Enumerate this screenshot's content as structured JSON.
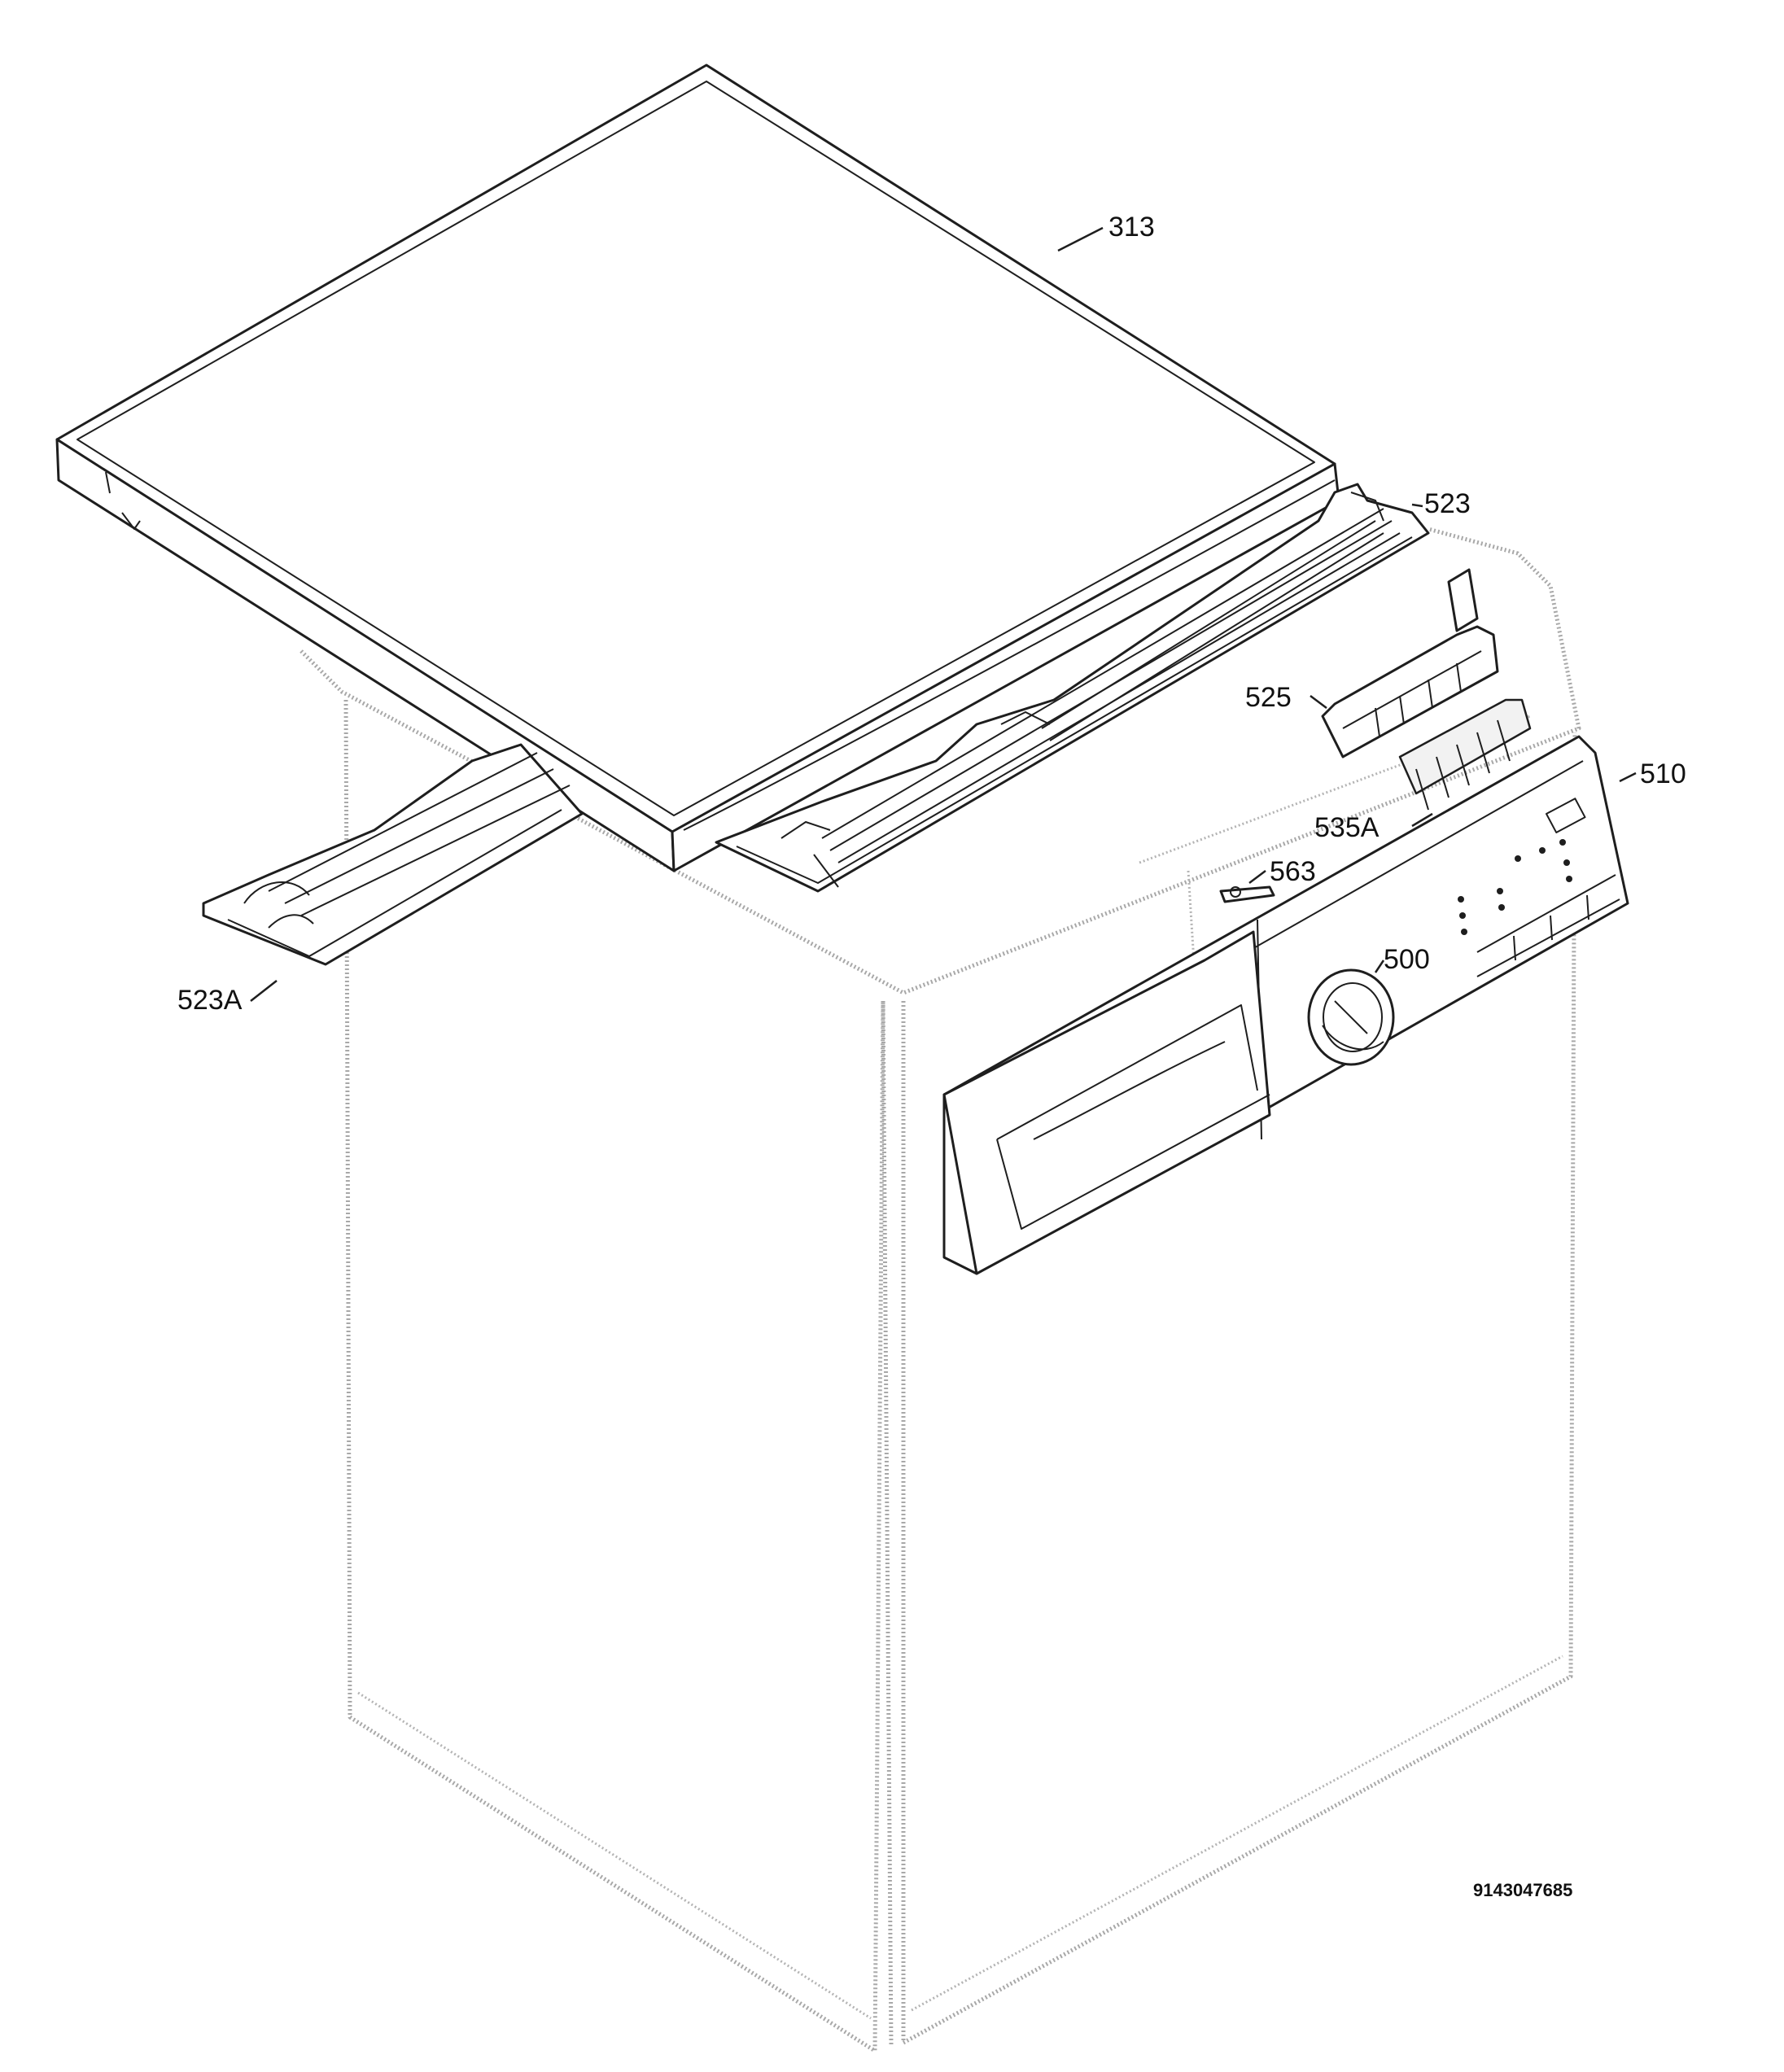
{
  "callouts": [
    {
      "id": "313",
      "label": "313"
    },
    {
      "id": "523",
      "label": "523"
    },
    {
      "id": "525",
      "label": "525"
    },
    {
      "id": "510",
      "label": "510"
    },
    {
      "id": "535A",
      "label": "535A"
    },
    {
      "id": "563",
      "label": "563"
    },
    {
      "id": "500",
      "label": "500"
    },
    {
      "id": "523A",
      "label": "523A"
    }
  ],
  "document_number": "9143047685",
  "colors": {
    "line": "#1e1e1e",
    "ghost": "#a8a8a8",
    "background": "#ffffff"
  }
}
